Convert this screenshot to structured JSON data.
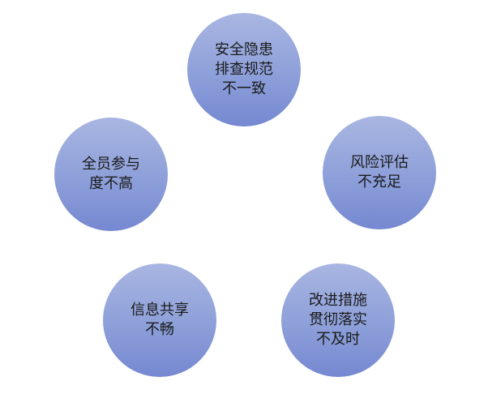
{
  "nodes": [
    {
      "lines": [
        "安全隐患",
        "排查规范",
        "不一致"
      ]
    },
    {
      "lines": [
        "风险评估",
        "不充足"
      ]
    },
    {
      "lines": [
        "改进措施",
        "贯彻落实",
        "不及时"
      ]
    },
    {
      "lines": [
        "信息共享",
        "不畅"
      ]
    },
    {
      "lines": [
        "全员参与",
        "度不高"
      ]
    }
  ],
  "colors": {
    "circle_top": "#a9b6e2",
    "circle_bottom": "#7588d1",
    "text": "#1a1a1a",
    "background": "#ffffff"
  }
}
